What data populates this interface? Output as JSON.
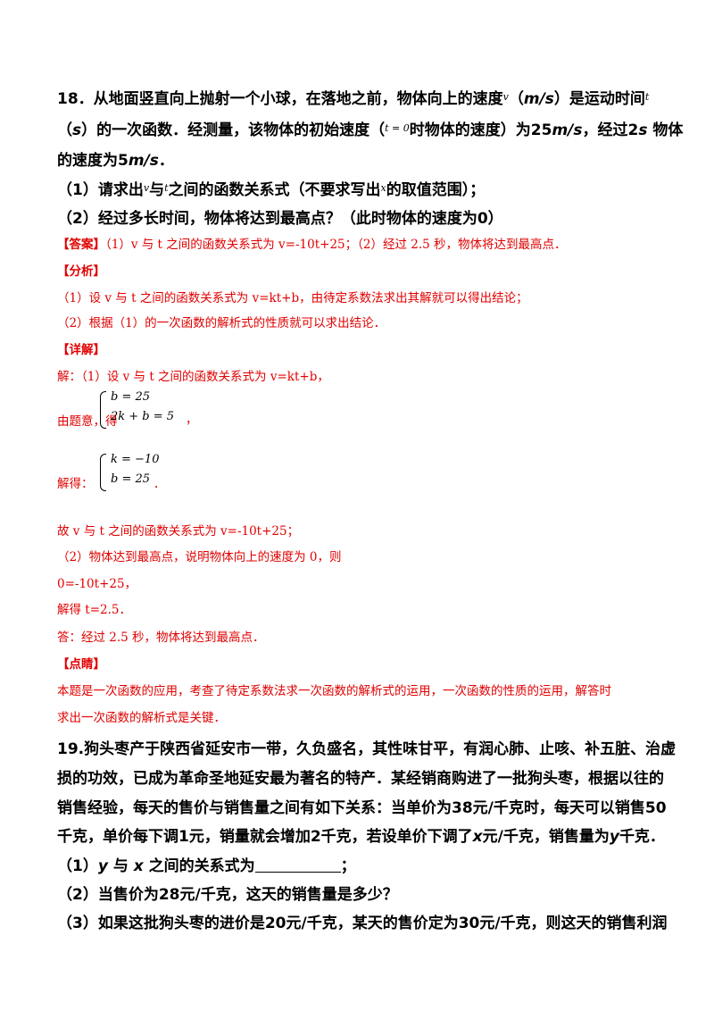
{
  "q18": {
    "line1_a": "18．从地面竖直向上抛射一个小球，在落地之前，物体向上的速度",
    "var_v": "v",
    "line1_b": "（",
    "unit_ms": "m/s",
    "line1_c": "）是运动时间",
    "var_t": "t",
    "line2_a": "（",
    "unit_s": "s",
    "line2_b": "）的一次函数．经测量，该物体的初始速度（",
    "cond": "t = 0",
    "line2_c": "时物体的速度）为25",
    "unit_ms2": "m/s",
    "line2_d": "，经过2",
    "unit_s2": "s",
    "line2_e": " 物体",
    "line3_a": "的速度为5",
    "unit_ms3": "m/s",
    "line3_b": "．",
    "p1_a": "（1）请求出",
    "p1_v": "v",
    "p1_b": "与",
    "p1_t": "t",
    "p1_c": "之间的函数关系式（不要求写出",
    "p1_x": "x",
    "p1_d": "的取值范围）；",
    "p2": "（2）经过多长时间，物体将达到最高点？（此时物体的速度为0）"
  },
  "answer": {
    "answer_tag": "【答案】",
    "answer_text": "（1）v 与 t 之间的函数关系式为 v=-10t+25；（2）经过 2.5 秒，物体将达到最高点．",
    "analysis_tag": "【分析】",
    "analysis_1": "（1）设 v 与 t 之间的函数关系式为 v=kt+b，由待定系数法求出其解就可以得出结论；",
    "analysis_2": "（2）根据（1）的一次函数的解析式的性质就可以求出结论．",
    "detail_tag": "【详解】",
    "detail_1": "解：（1）设 v 与 t 之间的函数关系式为 v=kt+b，",
    "given_prefix": "由题意，得",
    "given_eq1": "b = 25",
    "given_eq2": "2k + b = 5",
    "given_suffix": "，",
    "solve_prefix": "解得：",
    "solve_eq1": "k = −10",
    "solve_eq2": "b = 25",
    "solve_suffix": "．",
    "detail_2": "故 v 与 t 之间的函数关系式为 v=-10t+25；",
    "detail_3": "（2）物体达到最高点，说明物体向上的速度为 0，则",
    "detail_4": "0=-10t+25，",
    "detail_5": "解得 t=2.5．",
    "detail_6": "答：经过 2.5 秒，物体将达到最高点．",
    "comment_tag": "【点睛】",
    "comment_1": "本题是一次函数的应用，考查了待定系数法求一次函数的解析式的运用，一次函数的性质的运用，解答时",
    "comment_2": "求出一次函数的解析式是关键．"
  },
  "q19": {
    "line1": "19.狗头枣产于陕西省延安市一带，久负盛名，其性味甘平，有润心肺、止咳、补五脏、治虚",
    "line2": "损的功效，已成为革命圣地延安最为著名的特产．某经销商购进了一批狗头枣，根据以往的",
    "line3": "销售经验，每天的售价与销售量之间有如下关系：当单价为38元/千克时，每天可以销售50",
    "line4_a": "千克，单价每下调1元，销量就会增加2千克，若设单价下调了",
    "line4_x": "x",
    "line4_b": "元/千克，销售量为",
    "line4_y": "y",
    "line4_c": "千克．",
    "p1_a": "（1）",
    "p1_y": "y",
    "p1_b": " 与 ",
    "p1_x": "x",
    "p1_c": " 之间的关系式为",
    "p1_d": "；",
    "p2": "（2）当售价为28元/千克，这天的销售量是多少？",
    "p3": "（3）如果这批狗头枣的进价是20元/千克，某天的售价定为30元/千克，则这天的销售利润"
  }
}
